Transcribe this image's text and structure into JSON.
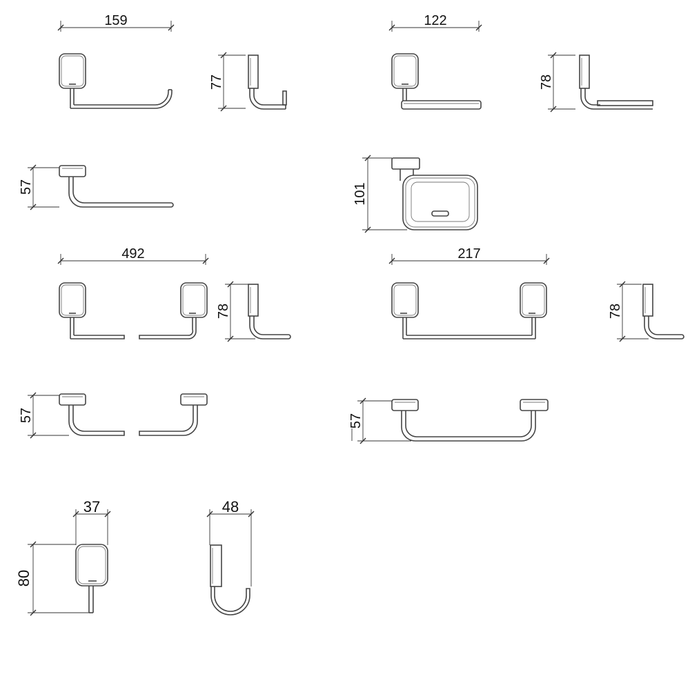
{
  "dimensions": {
    "paper_holder_front_width": "159",
    "paper_holder_side_height": "77",
    "paper_holder_top_depth": "57",
    "shelf_front_width": "122",
    "shelf_side_height": "78",
    "soap_dish_top_depth": "101",
    "towel_bar_long_width": "492",
    "towel_bar_long_side_height": "78",
    "towel_bar_long_top_depth": "57",
    "towel_bar_short_width": "217",
    "towel_bar_short_side_height": "78",
    "towel_bar_short_top_depth": "57",
    "hook_front_width": "37",
    "hook_front_height": "80",
    "hook_side_width": "48"
  }
}
